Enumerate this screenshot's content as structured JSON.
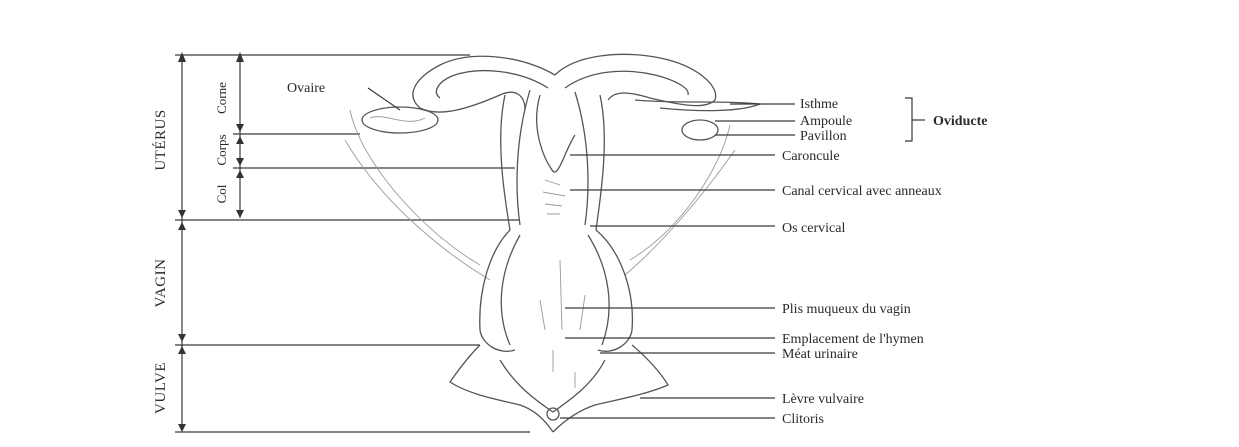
{
  "left_regions": {
    "uterus": "UTÉRUS",
    "vagin": "VAGIN",
    "vulve": "VULVE"
  },
  "uterus_parts": {
    "corne": "Corne",
    "corps": "Corps",
    "col": "Col"
  },
  "labels": {
    "ovaire": "Ovaire",
    "isthme": "Isthme",
    "ampoule": "Ampoule",
    "pavillon": "Pavillon",
    "oviducte": "Oviducte",
    "caroncule": "Caroncule",
    "canal_cervical": "Canal cervical avec anneaux",
    "os_cervical": "Os cervical",
    "plis_muqueux": "Plis muqueux du vagin",
    "emplacement_hymen": "Emplacement de l'hymen",
    "meat_urinaire": "Méat urinaire",
    "levre_vulvaire": "Lèvre vulvaire",
    "clitoris": "Clitoris"
  }
}
